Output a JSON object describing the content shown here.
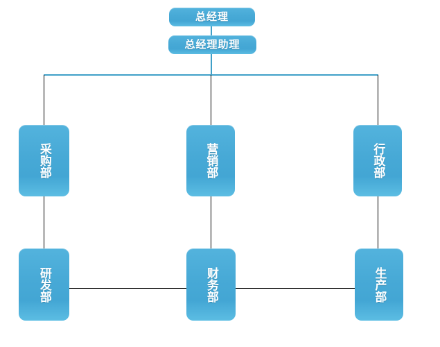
{
  "chart": {
    "type": "org-chart",
    "title": "",
    "orientation": "top-down",
    "colors": {
      "node_fill_top": "#53b3dd",
      "node_fill_bottom": "#5cbde3",
      "node_text": "#ffffff",
      "connector_primary": "#3fa0c8",
      "connector_secondary": "#000000",
      "background": "#ffffff"
    },
    "nodes": [
      {
        "id": "gm",
        "label": "总经理",
        "level": 0,
        "orientation": "horizontal"
      },
      {
        "id": "gm-asst",
        "label": "总经理助理",
        "level": 1,
        "orientation": "horizontal"
      },
      {
        "id": "purchasing",
        "label": "采购部",
        "level": 2,
        "orientation": "vertical",
        "column": "left"
      },
      {
        "id": "marketing",
        "label": "营销部",
        "level": 2,
        "orientation": "vertical",
        "column": "center"
      },
      {
        "id": "admin",
        "label": "行政部",
        "level": 2,
        "orientation": "vertical",
        "column": "right"
      },
      {
        "id": "rnd",
        "label": "研发部",
        "level": 3,
        "orientation": "vertical",
        "column": "left"
      },
      {
        "id": "finance",
        "label": "财务部",
        "level": 3,
        "orientation": "vertical",
        "column": "center"
      },
      {
        "id": "production",
        "label": "生产部",
        "level": 3,
        "orientation": "vertical",
        "column": "right"
      }
    ],
    "edges": [
      {
        "from": "gm",
        "to": "gm-asst",
        "style": "blue-vertical"
      },
      {
        "from": "gm-asst",
        "to": "bus",
        "style": "blue-vertical"
      },
      {
        "from": "bus",
        "to": "purchasing",
        "style": "black-vertical"
      },
      {
        "from": "bus",
        "to": "marketing",
        "style": "black-vertical"
      },
      {
        "from": "bus",
        "to": "admin",
        "style": "black-vertical"
      },
      {
        "from": "purchasing",
        "to": "rnd",
        "style": "black-vertical"
      },
      {
        "from": "marketing",
        "to": "finance",
        "style": "black-vertical"
      },
      {
        "from": "admin",
        "to": "production",
        "style": "black-vertical"
      },
      {
        "from": "rnd",
        "to": "finance",
        "style": "black-horizontal"
      },
      {
        "from": "finance",
        "to": "production",
        "style": "black-horizontal"
      }
    ]
  }
}
